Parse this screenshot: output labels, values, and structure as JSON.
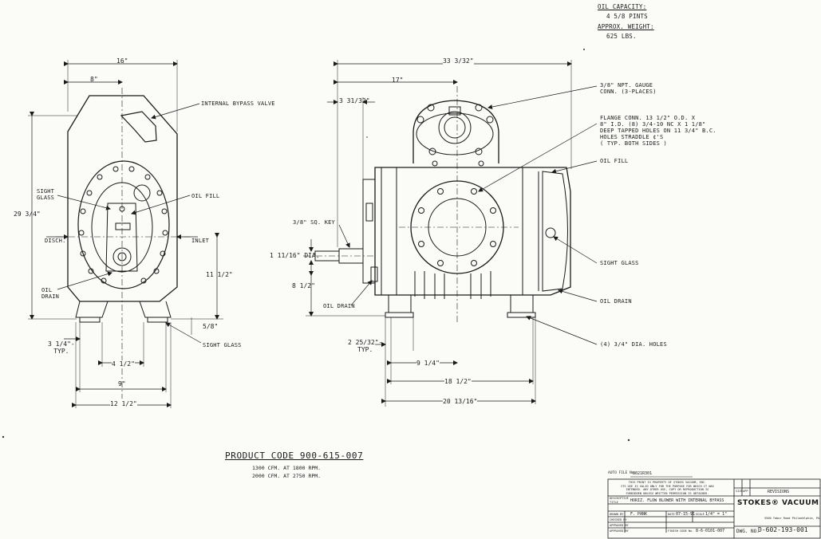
{
  "specs": {
    "oil_capacity_label": "OIL CAPACITY:",
    "oil_capacity_value": "4 5/8 PINTS",
    "weight_label": "APPROX. WEIGHT:",
    "weight_value": "625 LBS."
  },
  "left_view": {
    "dim_width": "16\"",
    "dim_half_width": "8\"",
    "dim_height": "29 3/4\"",
    "dim_inlet_height": "11 1/2\"",
    "dim_five_eighths": "5/8\"",
    "dim_foot": "3 1/4\"-\nTYP.",
    "dim_4_5": "4 1/2\"",
    "dim_9": "9\"",
    "dim_12_5": "12 1/2\"",
    "bypass_valve": "INTERNAL BYPASS VALVE",
    "sight_glass_top": "SIGHT\nGLASS",
    "oil_fill": "OIL FILL",
    "disch": "DISCH.",
    "inlet": "INLET",
    "oil_drain": "OIL\nDRAIN",
    "sight_glass_bottom": "SIGHT GLASS"
  },
  "right_view": {
    "dim_overall": "33 3/32\"",
    "dim_17": "17\"",
    "dim_3_31": "3 31/32\"",
    "dim_1_11": "1 11/16\" DIA.",
    "dim_8_5": "8 1/2\"",
    "dim_2_25": "2 25/32\"-\nTYP.",
    "dim_9_25": "9 1/4\"",
    "dim_18_5": "18 1/2\"",
    "dim_20_13": "20 13/16\"",
    "gauge_conn": "3/8\" NPT. GAUGE\nCONN. (3-PLACES)",
    "flange_conn": "FLANGE CONN. 13 1/2\" O.D. X\n8\" I.D. (8) 3/4-10 NC X 1 1/8\"\nDEEP TAPPED HOLES ON 11 3/4\" B.C.\nHOLES STRADDLE ¢'S\n( TYP. BOTH SIDES )",
    "oil_fill": "OIL FILL",
    "sq_key": "3/8\" SQ. KEY",
    "oil_drain_left": "OIL DRAIN",
    "sight_glass": "SIGHT GLASS",
    "oil_drain_right": "OIL DRAIN",
    "holes": "(4) 3/4\" DIA. HOLES"
  },
  "product": {
    "code": "PRODUCT CODE 900-615-007",
    "line1": "1300 CFM. AT 1800 RPM.",
    "line2": "2000 CFM. AT 2750 RPM."
  },
  "title_block": {
    "cad_file_label": "AUTO FILE No.",
    "cad_file": "8021R301",
    "notice": "THIS PRINT IS PROPERTY OF STOKES VACUUM, INC.\nITS USE IS VALID ONLY FOR THE PURPOSE FOR WHICH IT WAS\nINTENDED. ANY OTHER USE, COPY OR REPRODUCTION IS\nFORBIDDEN UNLESS WRITTEN PERMISSION IS OBTAINED.",
    "title_label": "DESCRIPTIVE\nTITLE",
    "title": "HORIZ. FLOW BLOWER WITH INTERNAL BYPASS",
    "drawn_label": "DRAWN BY",
    "drawn_by": "F. PANK",
    "date_label": "DATE",
    "date": "07-15-91",
    "scale_label": "SCALE",
    "scale": "1/4\" = 1\"",
    "checked_label": "CHECKED BY",
    "approved_label": "APPROVED BY",
    "approved2_label": "APPROVED BY",
    "rev_size_label": "SIZE",
    "rev_app_label": "APP",
    "revisions_label": "REVISIONS",
    "finish_label": "FINISH CODE No.",
    "finish_value": "8-6-0101-007",
    "company": "STOKES® VACUUM",
    "company_sub": "5500 Tabor Road Philadelphia, PA",
    "dwg_label": "DWG. NO.",
    "dwg_no": "D-602-193-001"
  }
}
